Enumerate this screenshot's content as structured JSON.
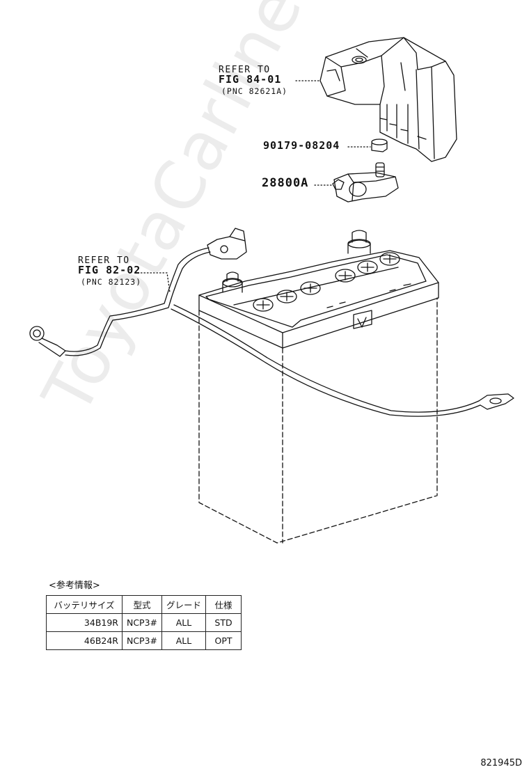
{
  "watermark": "ToyotaCarline.ru",
  "callouts": {
    "fuse_box": {
      "line1": "REFER TO",
      "line2": "FIG 84-01",
      "line3": "(PNC 82621A)"
    },
    "cable": {
      "line1": "REFER TO",
      "line2": "FIG 82-02",
      "line3": "(PNC 82123)"
    },
    "nut_part": "90179-08204",
    "terminal_part": "28800A"
  },
  "reference": {
    "title": "<参考情報>",
    "headers": [
      "バッテリサイズ",
      "型式",
      "グレード",
      "仕様"
    ],
    "rows": [
      [
        "34B19R",
        "NCP3#",
        "ALL",
        "STD"
      ],
      [
        "46B24R",
        "NCP3#",
        "ALL",
        "OPT"
      ]
    ]
  },
  "illustration_code": "821945D"
}
